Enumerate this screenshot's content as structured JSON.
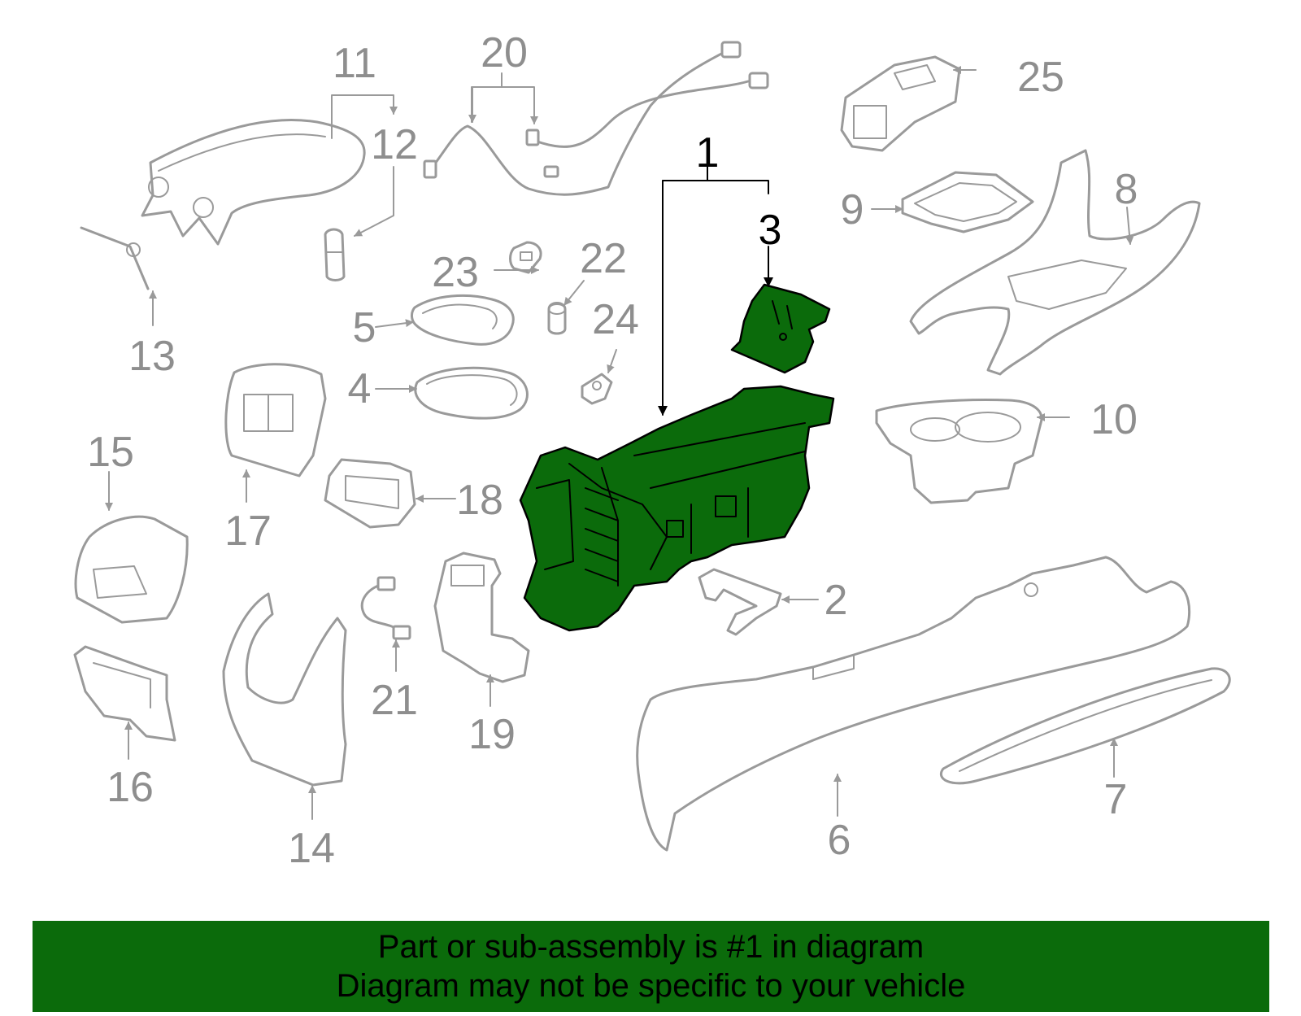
{
  "callouts": {
    "c1": "1",
    "c2": "2",
    "c3": "3",
    "c4": "4",
    "c5": "5",
    "c6": "6",
    "c7": "7",
    "c8": "8",
    "c9": "9",
    "c10": "10",
    "c11": "11",
    "c12": "12",
    "c13": "13",
    "c14": "14",
    "c15": "15",
    "c16": "16",
    "c17": "17",
    "c18": "18",
    "c19": "19",
    "c20": "20",
    "c21": "21",
    "c22": "22",
    "c23": "23",
    "c24": "24",
    "c25": "25"
  },
  "highlight_color": "#0b6b0b",
  "banner": {
    "line1": "Part or sub-assembly is #1 in diagram",
    "line2": "Diagram may not be specific to your vehicle"
  }
}
